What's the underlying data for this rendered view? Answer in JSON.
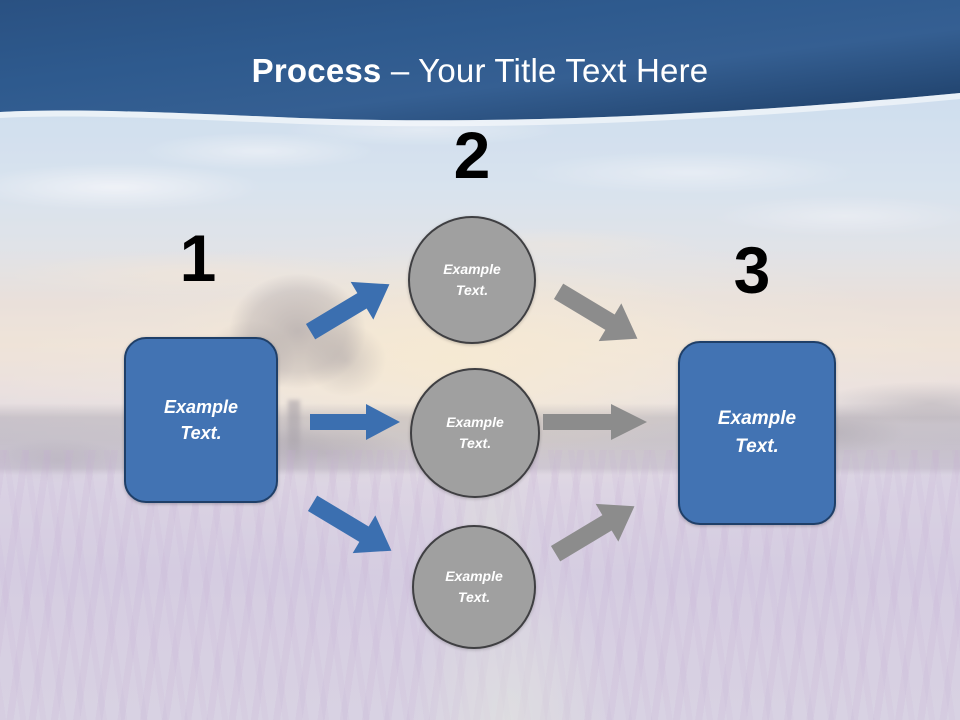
{
  "slide": {
    "title_bold": "Process",
    "title_rest": " – Your Title Text Here",
    "colors": {
      "header_blue_dark": "#1f4472",
      "header_blue_light": "#3c6ea5",
      "box_blue_fill": "#4273b3",
      "box_blue_border": "#1f3f68",
      "circle_gray_fill": "#a0a0a0",
      "circle_gray_border": "#3f3f42",
      "arrow_blue": "#3b6fb0",
      "arrow_gray": "#8c8c8c",
      "number_black": "#000000",
      "text_white": "#ffffff"
    }
  },
  "steps": [
    {
      "number": "1",
      "label": "Example\nText."
    },
    {
      "number": "2",
      "label": ""
    },
    {
      "number": "3",
      "label": "Example\nText."
    }
  ],
  "numbers": {
    "one": "1",
    "two": "2",
    "three": "3"
  },
  "boxes": {
    "left": {
      "line1": "Example",
      "line2": "Text."
    },
    "right": {
      "line1": "Example",
      "line2": "Text."
    }
  },
  "circles": [
    {
      "line1": "Example",
      "line2": "Text."
    },
    {
      "line1": "Example",
      "line2": "Text."
    },
    {
      "line1": "Example",
      "line2": "Text."
    }
  ],
  "arrows": {
    "blue_up": "arrow-up-right-blue",
    "blue_right": "arrow-right-blue",
    "blue_down": "arrow-down-right-blue",
    "gray_down": "arrow-down-right-gray",
    "gray_right": "arrow-right-gray",
    "gray_up": "arrow-up-right-gray"
  }
}
